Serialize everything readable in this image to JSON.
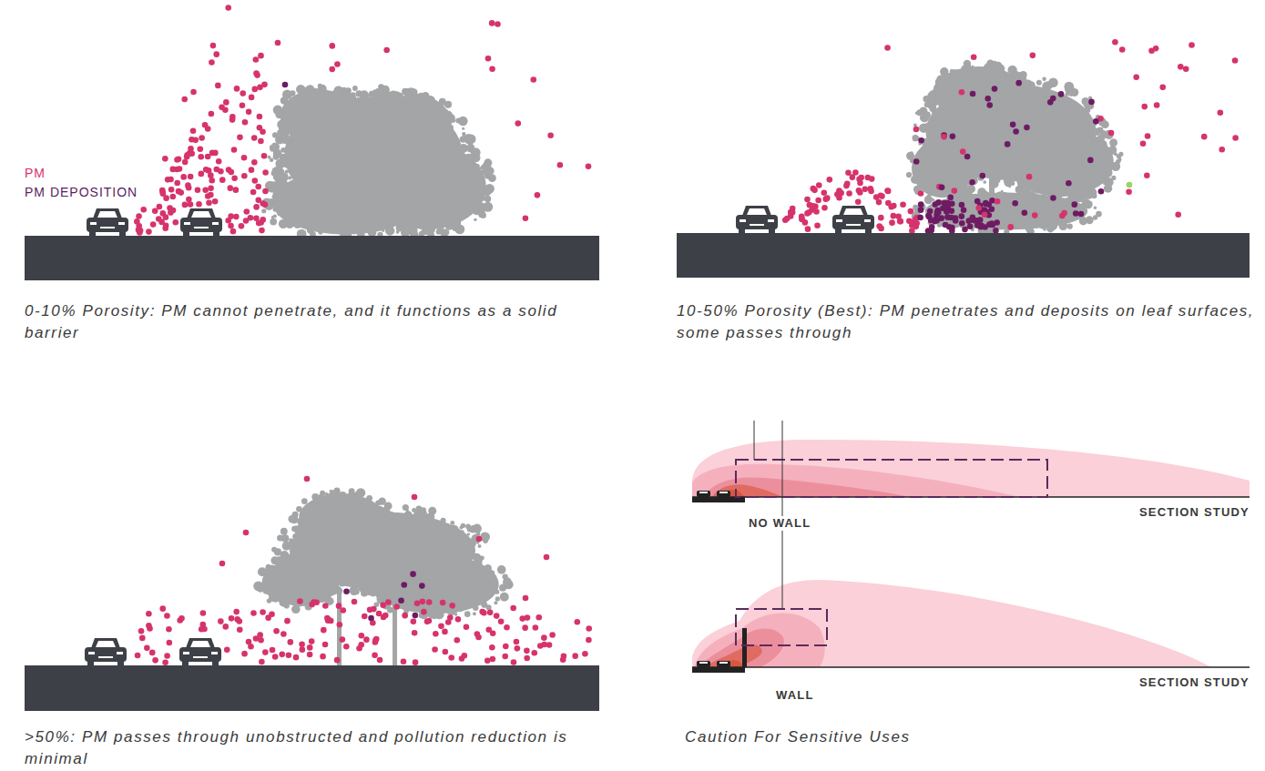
{
  "diagram": {
    "labels": [
      "0-10% Porosity: PM cannot penetrate, and it functions as a solid barrier",
      "10-50% Porosity (Best): PM penetrates and deposits on leaf surfaces, some passes through",
      ">50%: PM passes through unobstructed and pollution reduction is minimal",
      "NO WALL",
      "SECTION STUDY",
      "WALL",
      "SECTION STUDY",
      "Caution For Sensitive Uses"
    ],
    "legend": [
      {
        "text": "PM",
        "color": "#d6336c"
      },
      {
        "text": "PM DEPOSITION",
        "color": "#5a1e5e"
      }
    ]
  }
}
